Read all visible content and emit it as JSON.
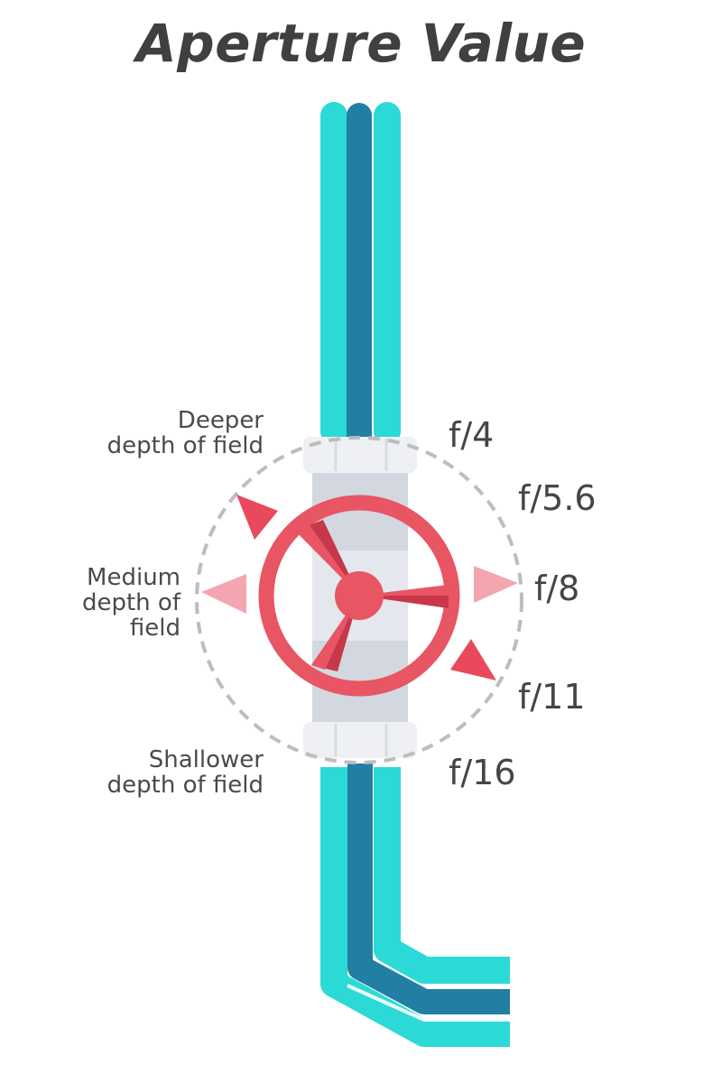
{
  "title": "Aperture Value",
  "colors": {
    "pipe_outer": "#2bd9d6",
    "pipe_inner": "#237ea4",
    "wheel": "#e85563",
    "arrow_dark": "#e84a5b",
    "arrow_light": "#f3a6af",
    "housing": "#d3d7e0",
    "coupling": "#eef0f4",
    "dashed_circle": "#bdbdbd",
    "text": "#454545"
  },
  "icons": [
    "valve-wheel-icon",
    "rotate-arrow-icon"
  ],
  "depth_labels": {
    "deeper": [
      "Deeper",
      "depth of field"
    ],
    "medium": [
      "Medium",
      "depth of",
      "field"
    ],
    "shallower": [
      "Shallower",
      "depth of field"
    ]
  },
  "f_stops": [
    "f/4",
    "f/5.6",
    "f/8",
    "f/11",
    "f/16"
  ]
}
